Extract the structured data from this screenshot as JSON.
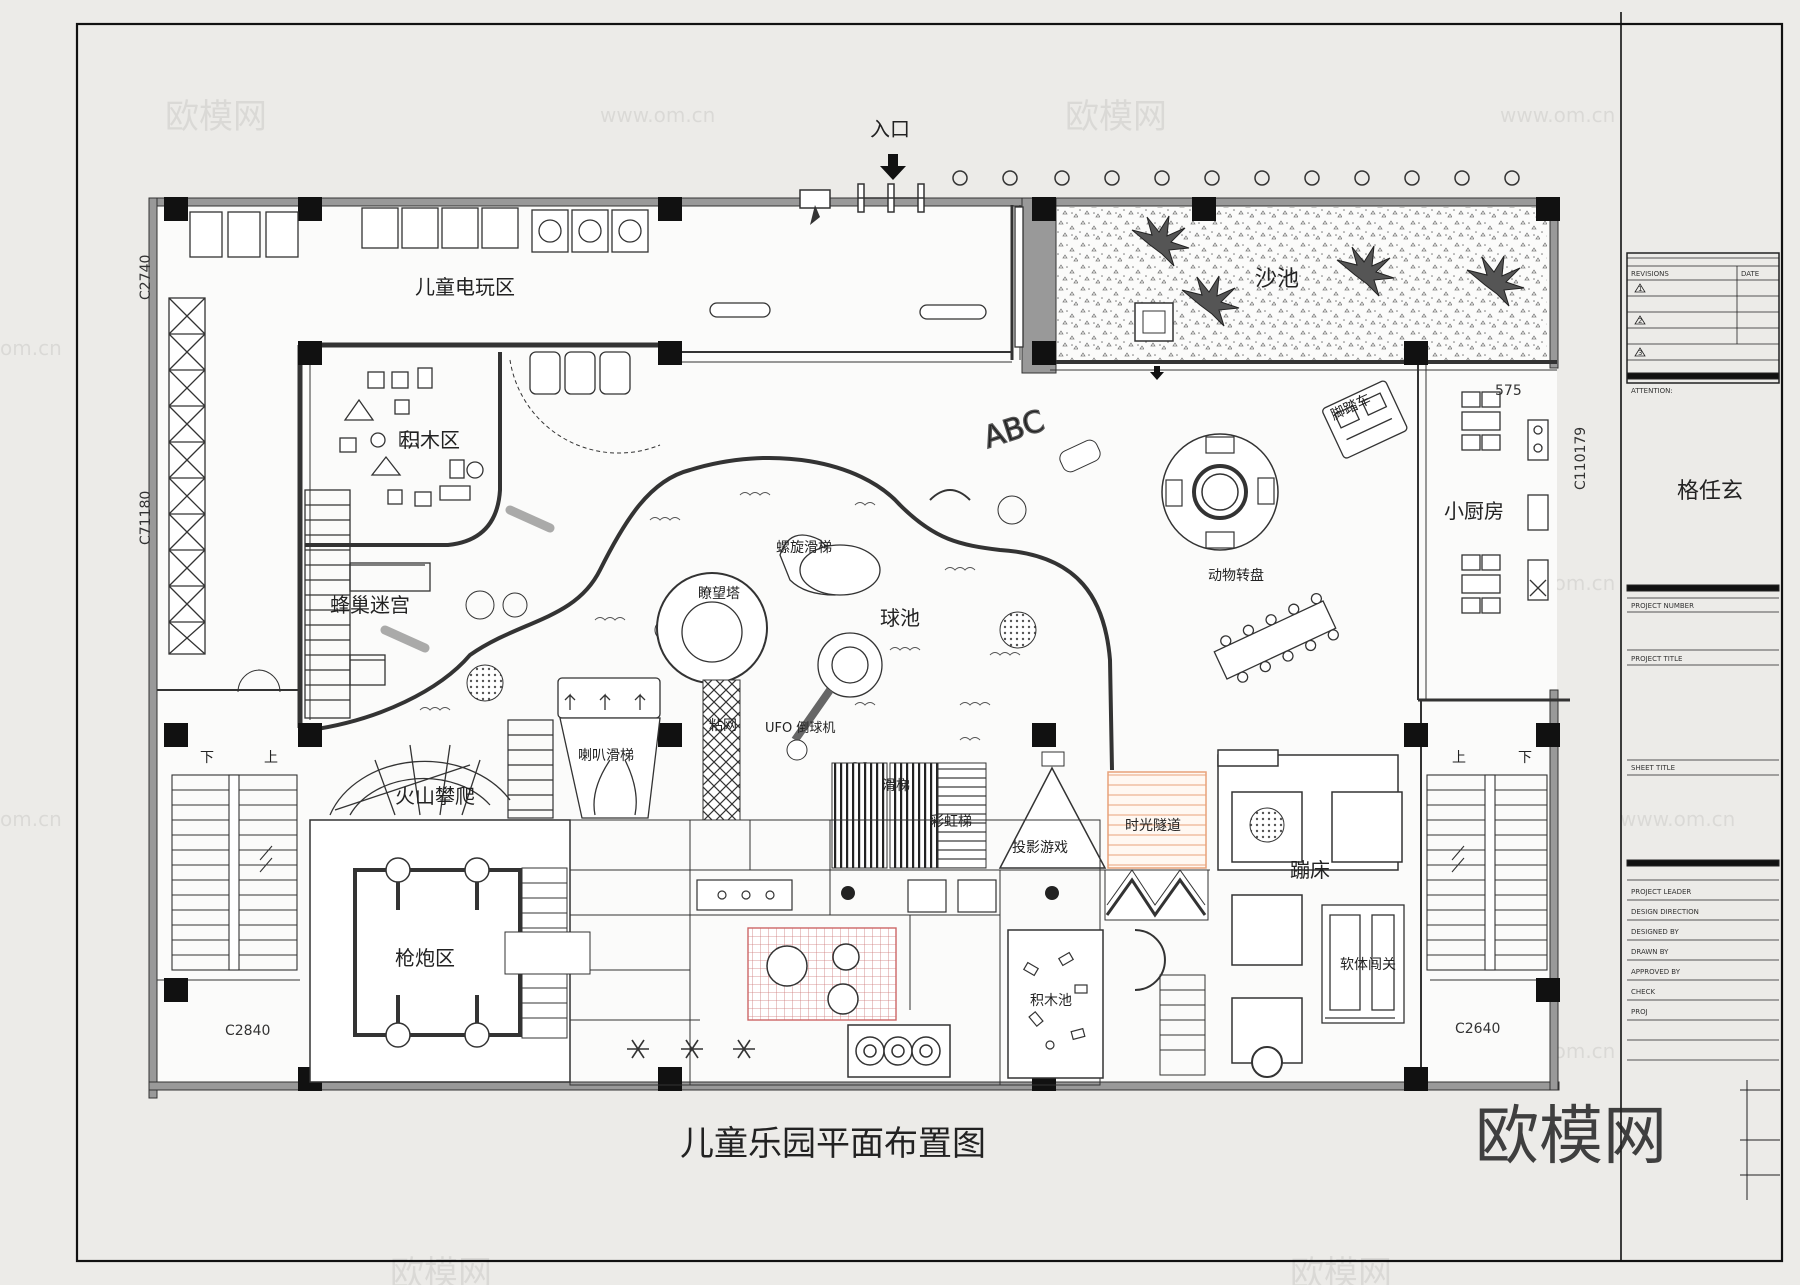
{
  "title": "儿童乐园平面布置图",
  "entrance": "入口",
  "zones": {
    "arcade": "儿童电玩区",
    "sandpit": "沙池",
    "blocks_area": "积木区",
    "hive_maze": "蜂巢迷宫",
    "ball_pool": "球池",
    "spiral_slide": "螺旋滑梯",
    "lookout_tower": "瞭望塔",
    "ufo_catcher": "UFO 倒球机",
    "horn_slide": "喇叭滑梯",
    "sticky_net": "粘网",
    "volcano_climb": "火山攀爬",
    "slide": "滑梯",
    "rainbow_ladder": "彩虹梯",
    "projection_game": "投影游戏",
    "time_tunnel": "时光隧道",
    "trampoline": "蹦床",
    "soft_pass": "软体闯关",
    "gun_zone": "枪炮区",
    "block_pool": "积木池",
    "kitchen": "小厨房",
    "animal_carousel": "动物转盘",
    "pedal_car": "脚踏车"
  },
  "stairs": {
    "down": "下",
    "up": "上"
  },
  "dimensions": {
    "c2740": "C2740",
    "c71180": "C71180",
    "c110179": "C110179",
    "c2840": "C2840",
    "c2640": "C2640",
    "d575": "575"
  },
  "abc": "ABC",
  "title_block": {
    "revisions": "REVISIONS",
    "date": "DATE",
    "rev_marks": [
      "1",
      "2",
      "3"
    ],
    "attention": "ATTENTION:",
    "designer": "格任玄",
    "project_number": "PROJECT NUMBER",
    "project_title": "PROJECT TITLE",
    "sheet_title": "SHEET TITLE",
    "roles": [
      "PROJECT LEADER",
      "DESIGN DIRECTION",
      "DESIGNED BY",
      "DRAWN BY",
      "APPROVED BY",
      "CHECK",
      "PROJ"
    ]
  },
  "watermarks": {
    "brand": "欧模网",
    "url": "www.om.cn",
    "url_short": "om.cn"
  }
}
